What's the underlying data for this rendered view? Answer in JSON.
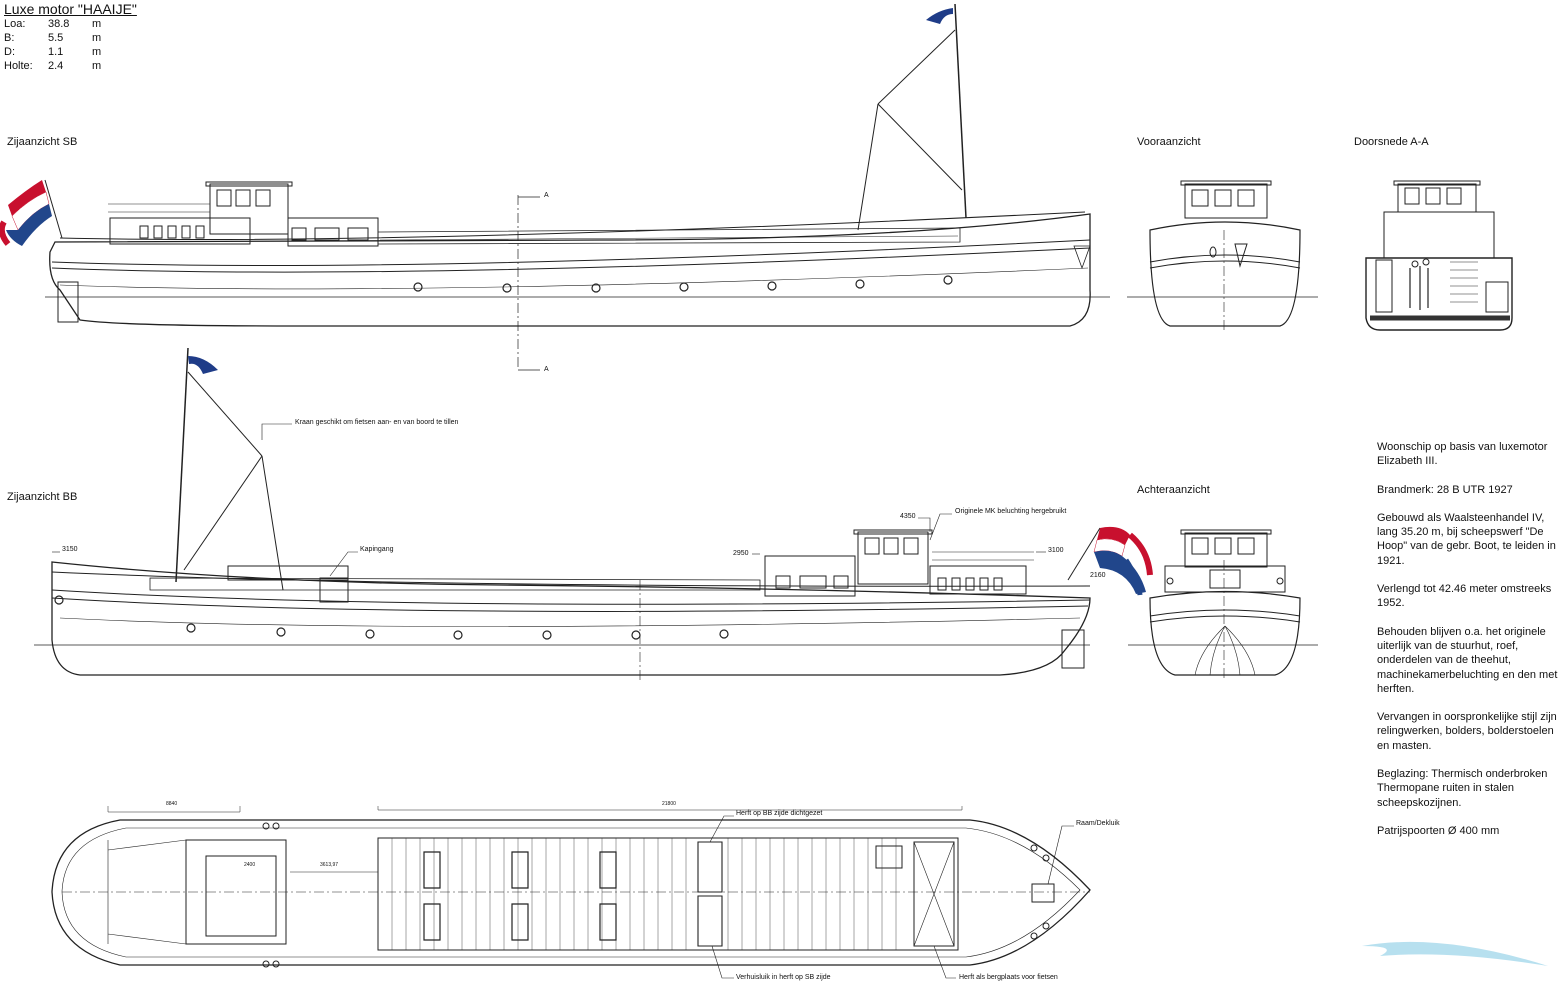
{
  "title": "Luxe motor \"HAAIJE\"",
  "specs": [
    {
      "label": "Loa:",
      "value": "38.8",
      "unit": "m"
    },
    {
      "label": "B:",
      "value": "5.5",
      "unit": "m"
    },
    {
      "label": "D:",
      "value": "1.1",
      "unit": "m"
    },
    {
      "label": "Holte:",
      "value": "2.4",
      "unit": "m"
    }
  ],
  "views": {
    "side_sb": "Zijaanzicht SB",
    "front": "Vooraanzicht",
    "section": "Doorsnede A-A",
    "side_bb": "Zijaanzicht BB",
    "rear": "Achteraanzicht"
  },
  "section_mark": "A",
  "callouts": {
    "crane": "Kraan geschikt om fietsen aan- en van boord te tillen",
    "gangway": "Kapingang",
    "engine_light": "Originele MK beluchting hergebruikt",
    "hatch_bb": "Herft op BB zijde dichtgezet",
    "skylight": "Raam/Dekluik",
    "moving_hatch": "Verhuisluik in herft op SB zijde",
    "bike_storage": "Herft als bergplaats voor fietsen"
  },
  "dimensions": {
    "d3150": "3150",
    "d4350": "4350",
    "d2950": "2950",
    "d3100": "3100",
    "d2160": "2160",
    "d8840": "8840",
    "d21800": "21800",
    "d2400": "2400",
    "d3613": "3613,97"
  },
  "notes": [
    "Woonschip op basis van luxemotor Elizabeth III.",
    "Brandmerk: 28 B UTR 1927",
    "Gebouwd als Waalsteenhandel IV, lang 35.20 m, bij scheepswerf \"De Hoop\" van de gebr. Boot, te leiden in 1921.",
    "Verlengd tot 42.46 meter omstreeks 1952.",
    "Behouden blijven o.a. het originele uiterlijk van de stuurhut, roef, onderdelen van de theehut, machinekamerbeluchting en den met herften.",
    "Vervangen in oorspronkelijke stijl zijn relingwerken, bolders, bolderstoelen en masten.",
    "Beglazing: Thermisch onderbroken Thermopane ruiten in stalen scheepskozijnen.",
    "Patrijspoorten Ø 400 mm"
  ],
  "colors": {
    "line": "#222222",
    "flag_red": "#c8102e",
    "flag_blue": "#21468b",
    "pennant": "#1f3c88",
    "watermark": "#9fd6ea"
  }
}
